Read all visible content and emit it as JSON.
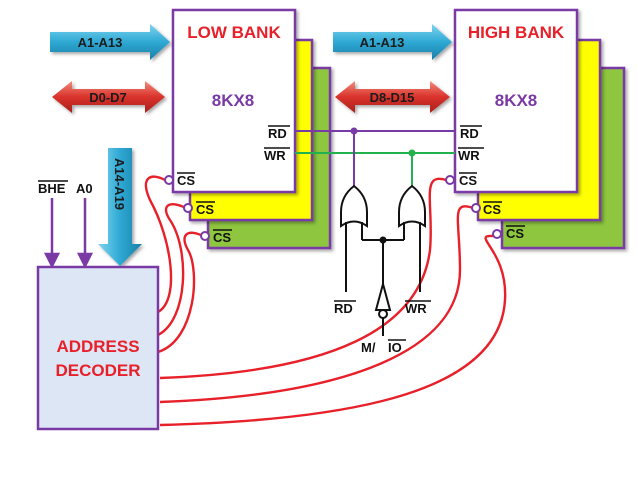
{
  "low_bank": {
    "title": "LOW BANK",
    "size": "8KX8",
    "pin_rd": "RD",
    "pin_wr": "WR",
    "pin_cs": "CS",
    "address_bus": "A1-A13",
    "data_bus": "D0-D7"
  },
  "high_bank": {
    "title": "HIGH BANK",
    "size": "8KX8",
    "pin_rd": "RD",
    "pin_wr": "WR",
    "pin_cs": "CS",
    "address_bus": "A1-A13",
    "data_bus": "D8-D15"
  },
  "decoder": {
    "line1": "ADDRESS",
    "line2": "DECODER",
    "input_bhe": "BHE",
    "input_a0": "A0",
    "input_high_address": "A14-A19"
  },
  "control": {
    "rd": "RD",
    "wr": "WR",
    "mio": "M/",
    "io": "IO"
  },
  "colors": {
    "outline": "#7a3aa6",
    "stack_yellow": "#ffff00",
    "stack_green": "#8ec63f",
    "cs_wire": "#e8202a",
    "rd_wire": "#7a3aa6",
    "wr_wire": "#22b14c",
    "address_arrow": "#29a9cf",
    "data_arrow": "#d9322b",
    "decoder_fill": "#dde6f4"
  }
}
